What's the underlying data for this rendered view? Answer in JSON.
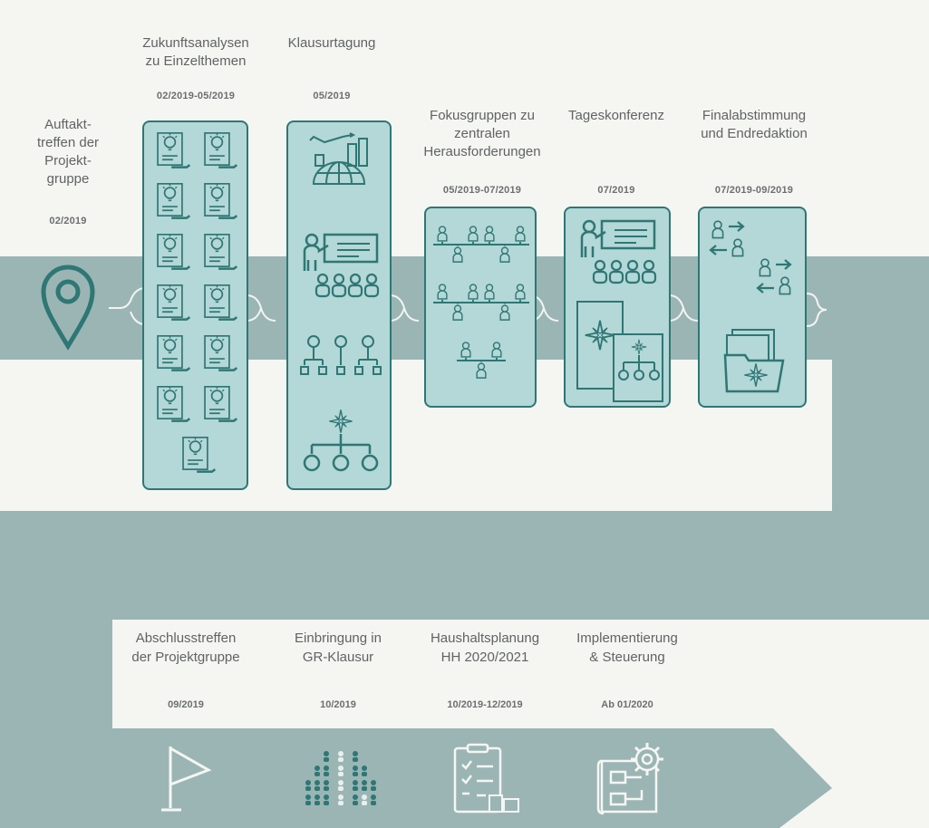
{
  "colors": {
    "band": "#9bb5b5",
    "box_fill": "#b4d7d7",
    "accent": "#2e7774",
    "background": "#f5f6f2",
    "text": "#5f6462"
  },
  "start": {
    "title_lines": [
      "Auftakt-",
      "treffen der",
      "Projekt-",
      "gruppe"
    ],
    "date": "02/2019",
    "icon": "location-pin-icon"
  },
  "stages": [
    {
      "title_lines": [
        "Zukunftsanalysen",
        "zu Einzelthemen"
      ],
      "date": "02/2019-05/2019",
      "icon": "idea-document-icon"
    },
    {
      "title_lines": [
        "Klausurtagung"
      ],
      "date": "05/2019",
      "icons": [
        "growth-chart-globe-icon",
        "presentation-audience-icon",
        "org-chart-people-icon",
        "compass-hierarchy-icon"
      ]
    },
    {
      "title_lines": [
        "Fokusgruppen zu",
        "zentralen",
        "Herausforderungen"
      ],
      "date": "05/2019-07/2019",
      "icon": "people-group-icon"
    },
    {
      "title_lines": [
        "Tageskonferenz"
      ],
      "date": "07/2019",
      "icons": [
        "presentation-audience-icon",
        "compass-card-icon",
        "hierarchy-card-icon"
      ]
    },
    {
      "title_lines": [
        "Finalabstimmung",
        "und Endredaktion"
      ],
      "date": "07/2019-09/2019",
      "icons": [
        "exchange-people-icon",
        "compass-folder-icon"
      ]
    }
  ],
  "bottom_stages": [
    {
      "title_lines": [
        "Abschlusstreffen",
        "der Projektgruppe"
      ],
      "date": "09/2019",
      "icon": "flag-icon"
    },
    {
      "title_lines": [
        "Einbringung in",
        "GR-Klausur"
      ],
      "date": "10/2019",
      "icon": "assembly-people-icon"
    },
    {
      "title_lines": [
        "Haushaltsplanung",
        "HH 2020/2021"
      ],
      "date": "10/2019-12/2019",
      "icon": "budget-clipboard-icon"
    },
    {
      "title_lines": [
        "Implementierung",
        "& Steuerung"
      ],
      "date": "Ab 01/2020",
      "icon": "gear-blueprint-icon"
    }
  ]
}
